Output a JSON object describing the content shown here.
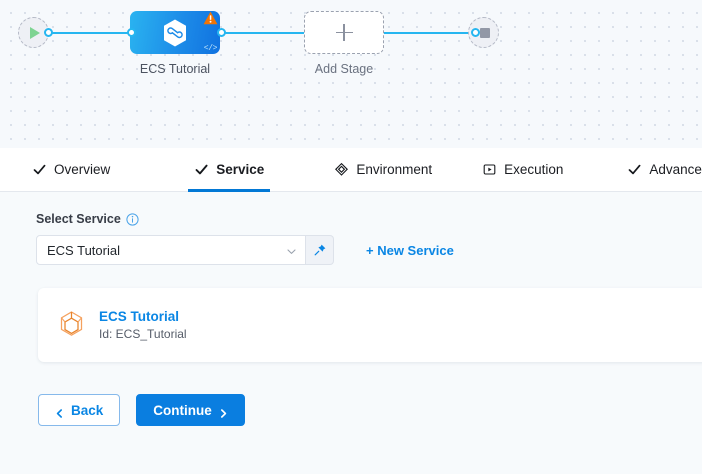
{
  "canvas": {
    "start_node": {
      "name": "start-node",
      "icon": "play-icon"
    },
    "end_node": {
      "name": "end-node",
      "icon": "stop-icon"
    },
    "stage": {
      "label": "ECS Tutorial",
      "icon": "harness-hexagon-icon",
      "warning_icon": "warning-triangle-icon",
      "code_glyph": "</>",
      "gradient_from": "#2ab3f0",
      "gradient_to": "#1072e0"
    },
    "add_stage": {
      "label": "Add Stage",
      "icon": "plus-icon"
    },
    "connector_color": "#26b6f0"
  },
  "tabs": [
    {
      "label": "Overview",
      "icon": "check-icon",
      "active": false
    },
    {
      "label": "Service",
      "icon": "check-icon",
      "active": true
    },
    {
      "label": "Environment",
      "icon": "layers-diamond-icon",
      "active": false
    },
    {
      "label": "Execution",
      "icon": "play-box-icon",
      "active": false
    },
    {
      "label": "Advanced",
      "icon": "check-icon",
      "active": false
    }
  ],
  "tab_accent": "#0278d5",
  "form": {
    "select_service_label": "Select Service",
    "info_icon": "info-icon",
    "select_value": "ECS Tutorial",
    "select_placeholder": "Select Service",
    "chevron_icon": "chevron-down-icon",
    "pin_icon": "pin-icon",
    "new_service_label": "+ New Service"
  },
  "service_card": {
    "icon": "service-hexagon-icon",
    "name": "ECS Tutorial",
    "id_line": "Id: ECS_Tutorial"
  },
  "footer": {
    "back_label": "Back",
    "back_icon": "chevron-left-icon",
    "continue_label": "Continue",
    "continue_icon": "chevron-right-icon",
    "primary_color": "#0a7ee0"
  }
}
